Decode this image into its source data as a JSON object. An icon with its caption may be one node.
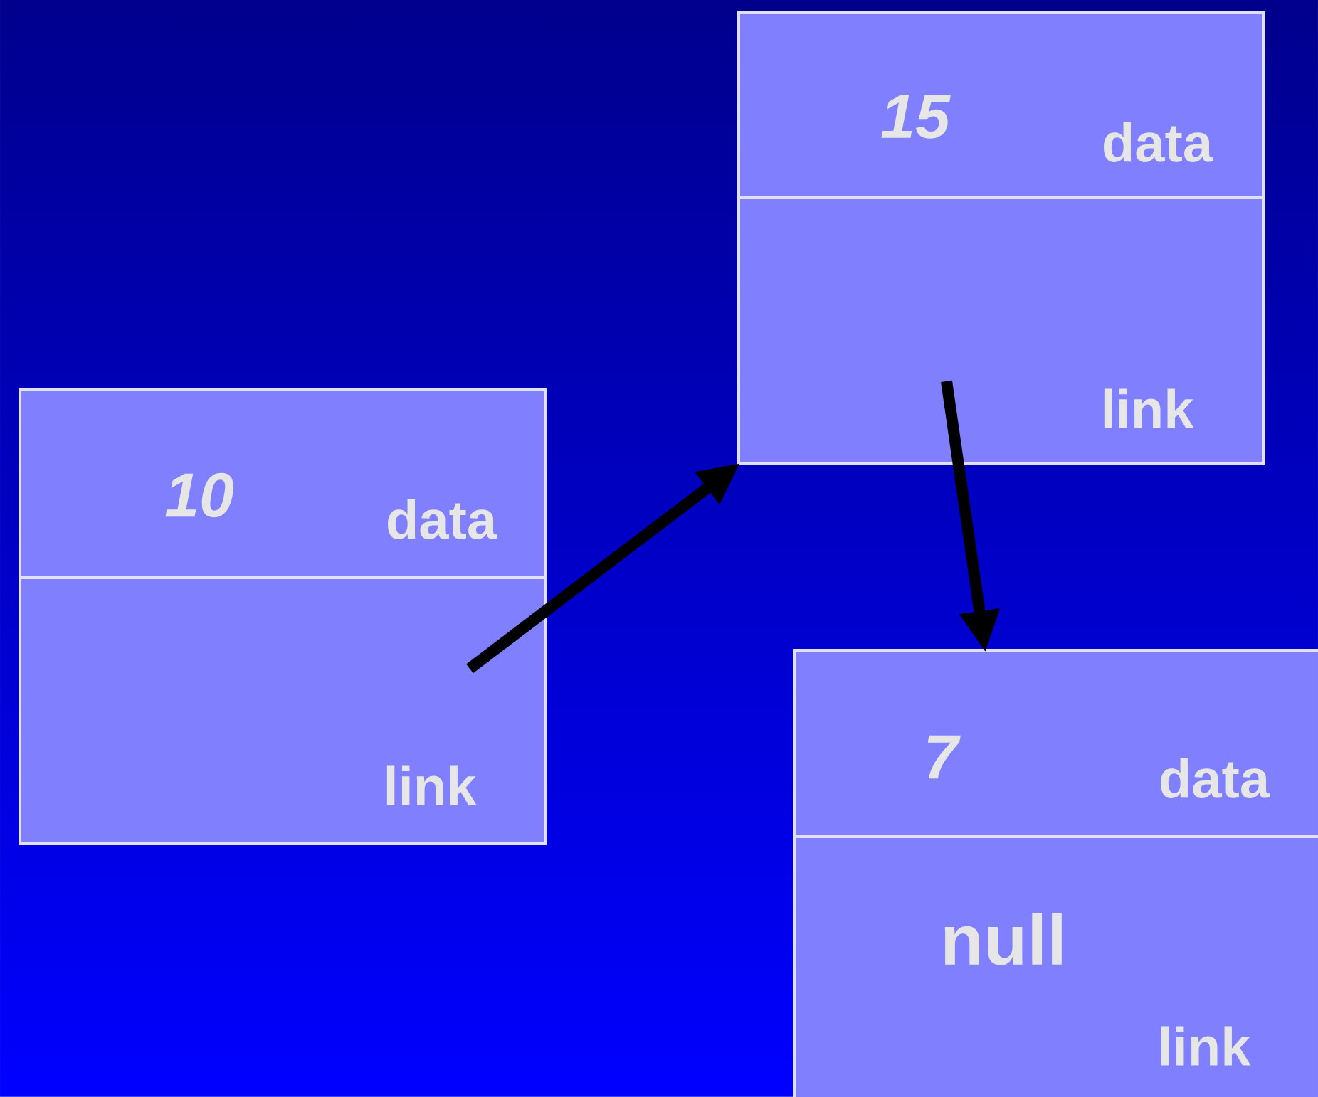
{
  "diagram": {
    "nodes": [
      {
        "text": [
          "10",
          "data"
        ]
      },
      {
        "text": [
          "link"
        ]
      },
      {
        "text": [
          "15",
          "data"
        ]
      },
      {
        "text": [
          "link"
        ]
      },
      {
        "text": [
          "7",
          "data"
        ]
      },
      {
        "text": [
          "null",
          "link"
        ]
      }
    ],
    "edges": [
      {
        "from": 1,
        "to": 3,
        "arrow": "to"
      },
      {
        "from": 3,
        "to": 4,
        "arrow": "to"
      }
    ]
  }
}
